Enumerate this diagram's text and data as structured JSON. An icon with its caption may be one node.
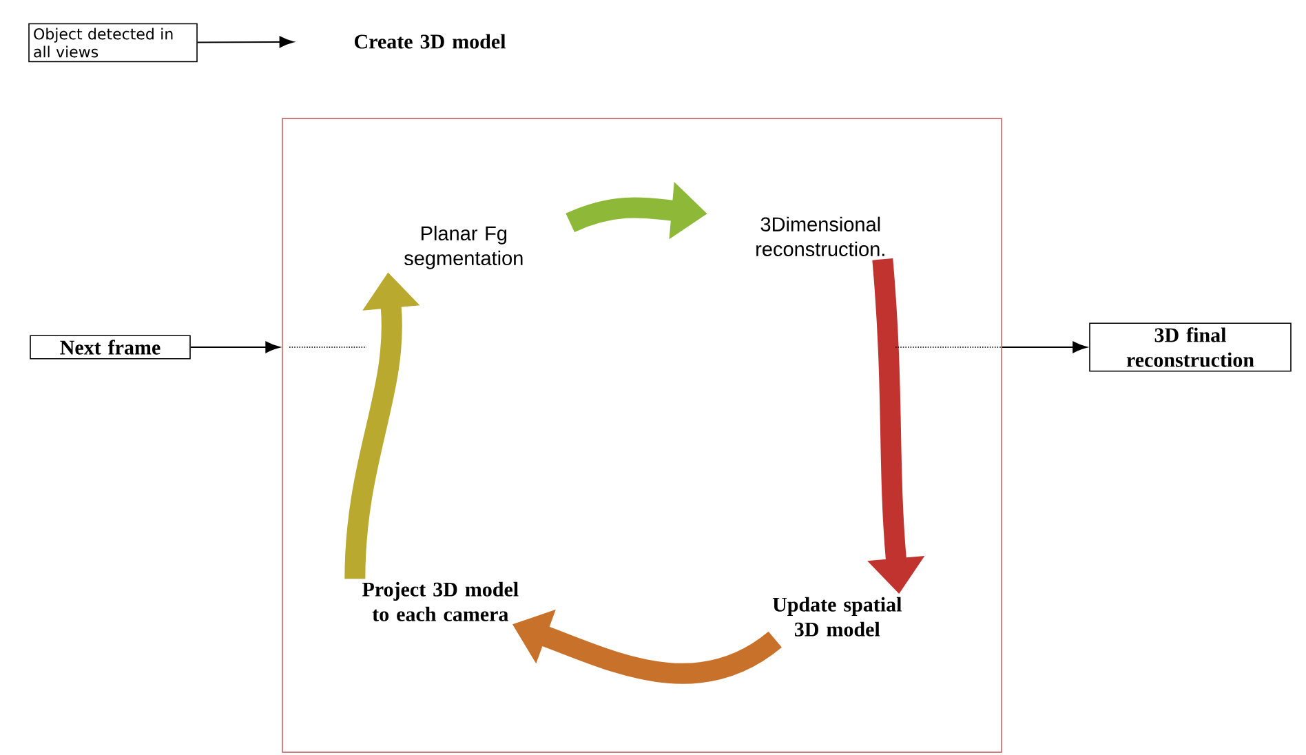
{
  "diagram": {
    "nodes": [
      {
        "text": [
          "Object detected in all views"
        ]
      },
      {
        "text": [
          "Create 3D model"
        ]
      },
      {
        "text": [
          "Next frame"
        ]
      },
      {
        "text": [],
        "shape": "box"
      },
      {
        "text": [
          "Planar Fg segmentation"
        ],
        "in": 3
      },
      {
        "text": [
          "3Dimensional reconstruction."
        ],
        "in": 3
      },
      {
        "text": [
          "Update spatial 3D model"
        ],
        "in": 3
      },
      {
        "text": [
          "Project 3D model to each camera"
        ],
        "in": 3
      },
      {
        "text": [
          "3D final reconstruction"
        ]
      }
    ],
    "edges": [
      {
        "from": 0,
        "to": 1,
        "arrow": "to"
      },
      {
        "from": 2,
        "to": 3,
        "arrow": "to"
      },
      {
        "from": 3,
        "to": 8,
        "arrow": "to"
      },
      {
        "from": 4,
        "to": 5,
        "arrow": "to",
        "color": "#8db838"
      },
      {
        "from": 5,
        "to": 6,
        "arrow": "to",
        "color": "#c0332f"
      },
      {
        "from": 6,
        "to": 7,
        "arrow": "to",
        "color": "#c8712b"
      },
      {
        "from": 7,
        "to": 4,
        "arrow": "to",
        "color": "#b9a92e"
      }
    ]
  }
}
